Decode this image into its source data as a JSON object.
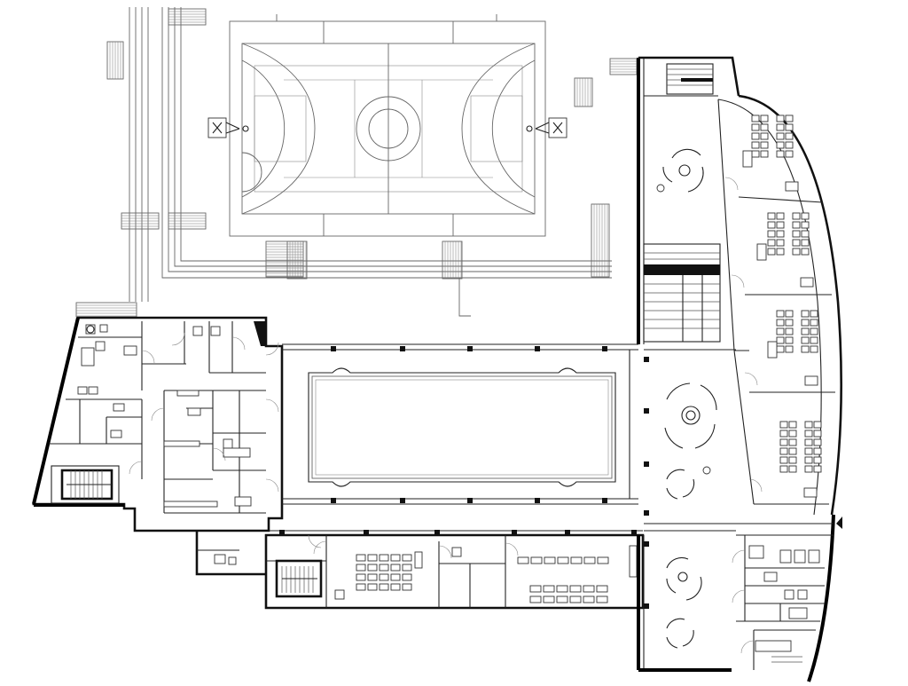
{
  "drawing": {
    "kind": "architectural-floor-plan",
    "background": "#ffffff",
    "line_color": "#222222",
    "labels": []
  },
  "zones": [
    {
      "id": "sports-court",
      "icon": "basketball-court"
    },
    {
      "id": "swimming-pool",
      "icon": "pool-basin"
    },
    {
      "id": "west-wing",
      "icon": "rooms"
    },
    {
      "id": "east-wing-classrooms",
      "icon": "classroom-rows"
    },
    {
      "id": "central-atrium",
      "icon": "circular-seating"
    },
    {
      "id": "south-classrooms",
      "icon": "desk-rows"
    },
    {
      "id": "stair-cores",
      "icon": "stair"
    }
  ]
}
